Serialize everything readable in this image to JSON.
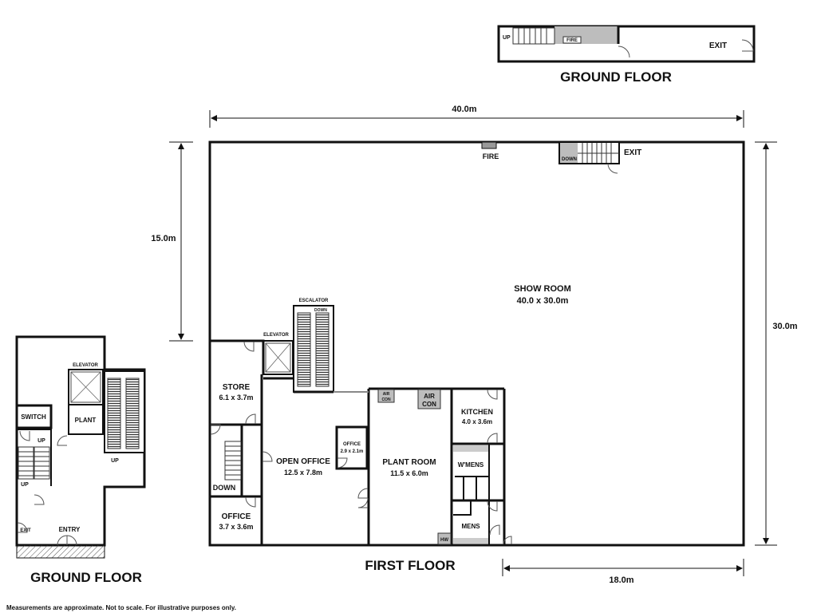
{
  "ground_small": {
    "title": "GROUND FLOOR",
    "up": "UP",
    "fire": "FIRE",
    "exit": "EXIT"
  },
  "first": {
    "title": "FIRST FLOOR",
    "dim_width": "40.0m",
    "dim_height": "30.0m",
    "dim_left": "15.0m",
    "dim_bottom": "18.0m",
    "fire": "FIRE",
    "exit": "EXIT",
    "down_top": "DOWN",
    "escalator": "ESCALATOR",
    "escalator_down": "DOWN",
    "elevator": "ELEVATOR",
    "showroom_name": "SHOW ROOM",
    "showroom_size": "40.0 x 30.0m",
    "store_name": "STORE",
    "store_size": "6.1 x 3.7m",
    "down_stair": "DOWN",
    "office_name": "OFFICE",
    "office_size": "3.7 x 3.6m",
    "open_office_name": "OPEN OFFICE",
    "open_office_size": "12.5 x 7.8m",
    "small_office_name": "OFFICE",
    "small_office_size": "2.9 x 2.1m",
    "aircon_small_1": "AIR",
    "aircon_small_2": "CON",
    "aircon_large_1": "AIR",
    "aircon_large_2": "CON",
    "plant_room_name": "PLANT ROOM",
    "plant_room_size": "11.5 x 6.0m",
    "hw": "HW",
    "kitchen_name": "KITCHEN",
    "kitchen_size": "4.0 x 3.6m",
    "womens": "W'MENS",
    "mens": "MENS"
  },
  "ground_large": {
    "title": "GROUND FLOOR",
    "elevator": "ELEVATOR",
    "plant": "PLANT",
    "switch": "SWITCH",
    "up_1": "UP",
    "up_2": "UP",
    "up_3": "UP",
    "exit": "EXIT",
    "entry": "ENTRY"
  },
  "footer": {
    "disclaimer": "Measurements are approximate. Not to scale. For illustrative purposes only."
  }
}
